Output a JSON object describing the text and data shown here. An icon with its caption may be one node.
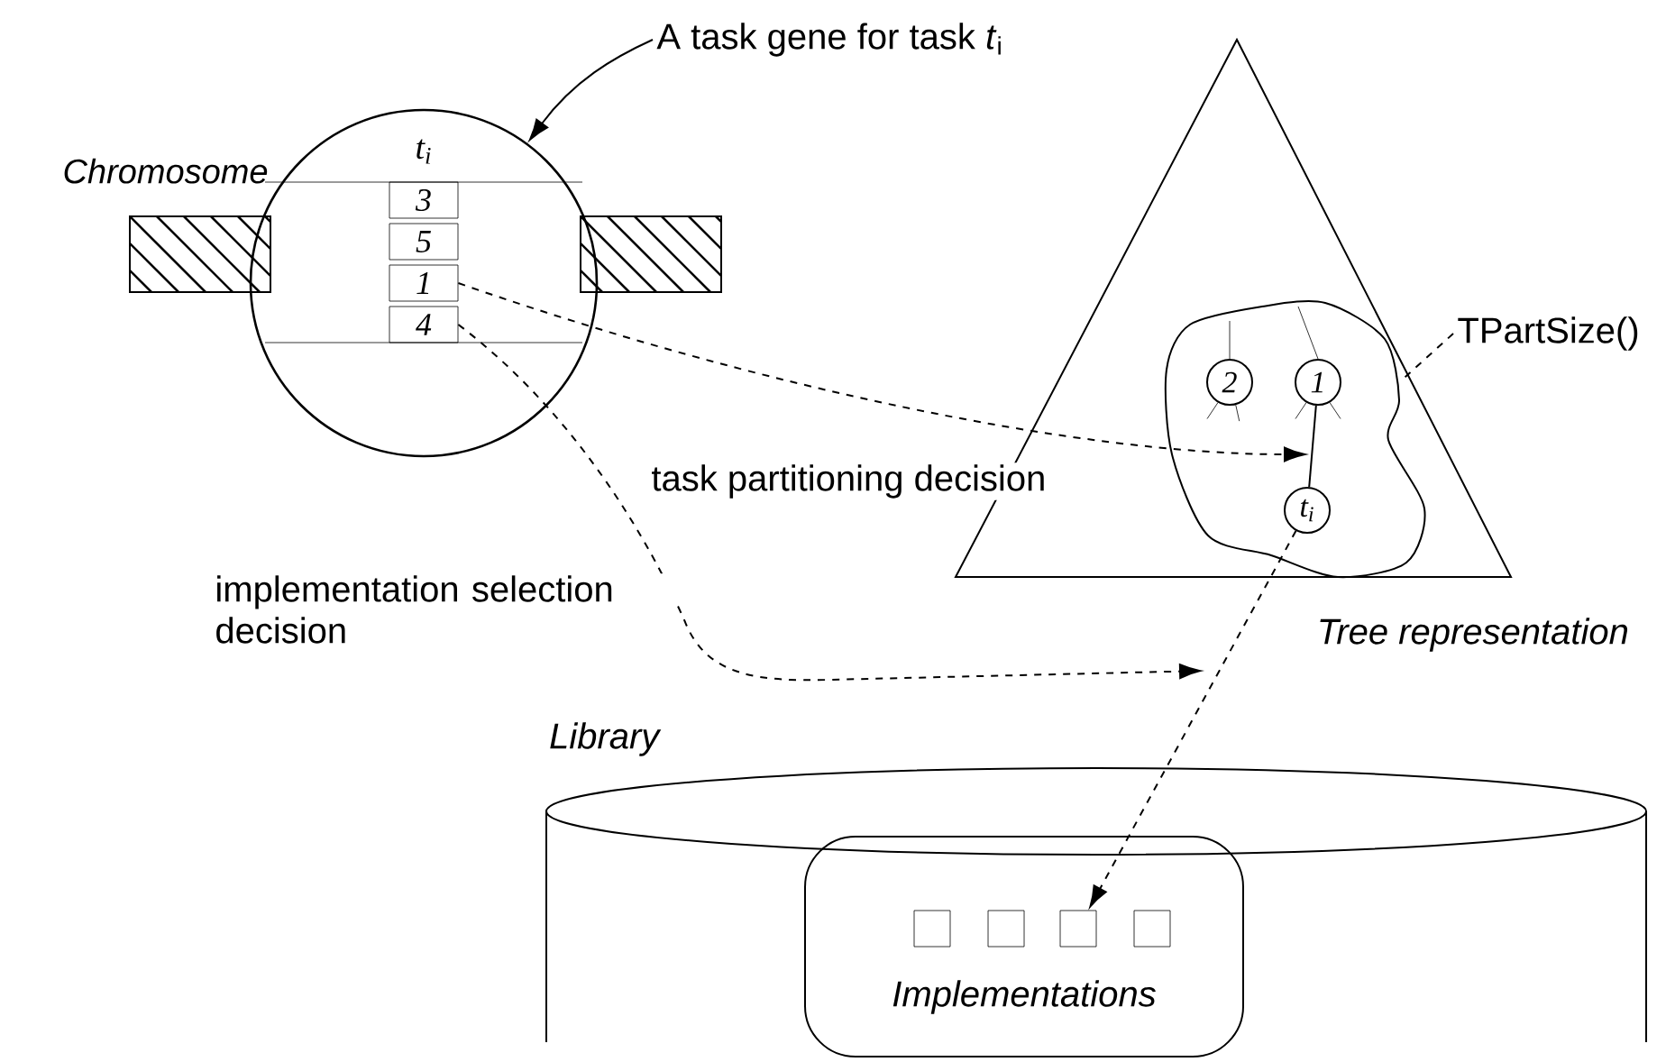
{
  "diagram": {
    "nodes": [
      {
        "text": [
          "*t*$_{i}$"
        ]
      },
      {
        "text": [
          "3"
        ],
        "in": 0
      },
      {
        "text": [
          "5"
        ],
        "in": 0
      },
      {
        "text": [
          "1"
        ],
        "in": 0
      },
      {
        "text": [
          "4"
        ],
        "in": 0
      },
      {
        "text": [
          "A task gene for task *t*$_{i}$"
        ]
      },
      {
        "text": [
          "Tree representation"
        ]
      },
      {
        "text": [],
        "shape": "cloud",
        "in": 6
      },
      {
        "text": [
          "2"
        ],
        "in": 7
      },
      {
        "text": [
          "1"
        ],
        "in": 7
      },
      {
        "text": [
          "*t*$_{i}$"
        ],
        "in": 7
      },
      {
        "text": [
          "TPartSize()"
        ]
      },
      {
        "text": [
          "Library"
        ]
      },
      {
        "text": [
          "Implementations"
        ],
        "in": 12
      },
      {
        "text": [],
        "shape": "box",
        "in": 13
      },
      {
        "text": [],
        "shape": "box",
        "in": 13
      },
      {
        "text": [],
        "shape": "box",
        "in": 13
      },
      {
        "text": [],
        "shape": "box",
        "in": 13
      }
    ],
    "edges": [
      {
        "from": 5,
        "to": 0,
        "arrow": "to"
      },
      {
        "from": 3,
        "to": null,
        "arrow": "to",
        "style": "dashed",
        "label": "task partitioning decision"
      },
      {
        "from": 4,
        "to": null,
        "arrow": "to",
        "style": "dashed",
        "label": "implementation selection decision"
      },
      {
        "from": 9,
        "to": 10,
        "arrow": "none"
      },
      {
        "from": 11,
        "to": 7,
        "arrow": "none",
        "style": "dashed"
      },
      {
        "from": 10,
        "to": 16,
        "arrow": "to",
        "style": "dashed"
      }
    ],
    "labels": [
      "Chromosome"
    ]
  }
}
